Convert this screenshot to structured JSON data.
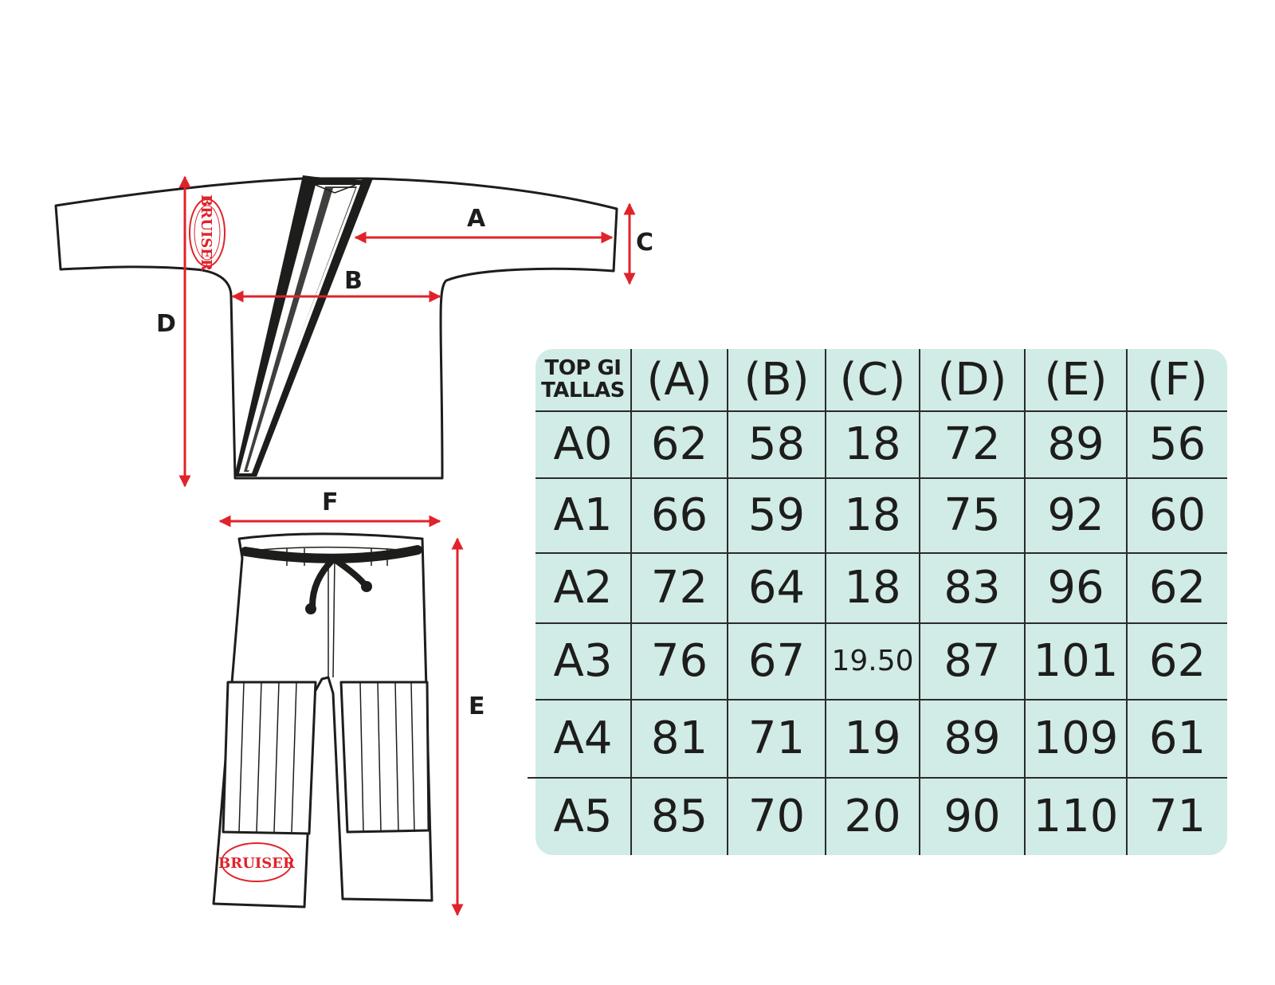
{
  "labels": {
    "a": "A",
    "b": "B",
    "c": "C",
    "d": "D",
    "e": "E",
    "f": "F"
  },
  "logo": {
    "text": "BRUISER",
    "color": "#e0232a"
  },
  "table": {
    "corner_line1": "TOP GI",
    "corner_line2": "TALLAS",
    "headers": [
      "(A)",
      "(B)",
      "(C)",
      "(D)",
      "(E)",
      "(F)"
    ],
    "rows": [
      {
        "size": "A0",
        "cells": [
          "62",
          "58",
          "18",
          "72",
          "89",
          "56"
        ]
      },
      {
        "size": "A1",
        "cells": [
          "66",
          "59",
          "18",
          "75",
          "92",
          "60"
        ]
      },
      {
        "size": "A2",
        "cells": [
          "72",
          "64",
          "18",
          "83",
          "96",
          "62"
        ]
      },
      {
        "size": "A3",
        "cells": [
          "76",
          "67",
          "19.50",
          "87",
          "101",
          "62"
        ]
      },
      {
        "size": "A4",
        "cells": [
          "81",
          "71",
          "19",
          "89",
          "109",
          "61"
        ]
      },
      {
        "size": "A5",
        "cells": [
          "85",
          "70",
          "20",
          "90",
          "110",
          "71"
        ]
      }
    ],
    "background": "#d1ebe6"
  },
  "colors": {
    "arrow": "#e0232a",
    "outline": "#1d1d1b"
  }
}
